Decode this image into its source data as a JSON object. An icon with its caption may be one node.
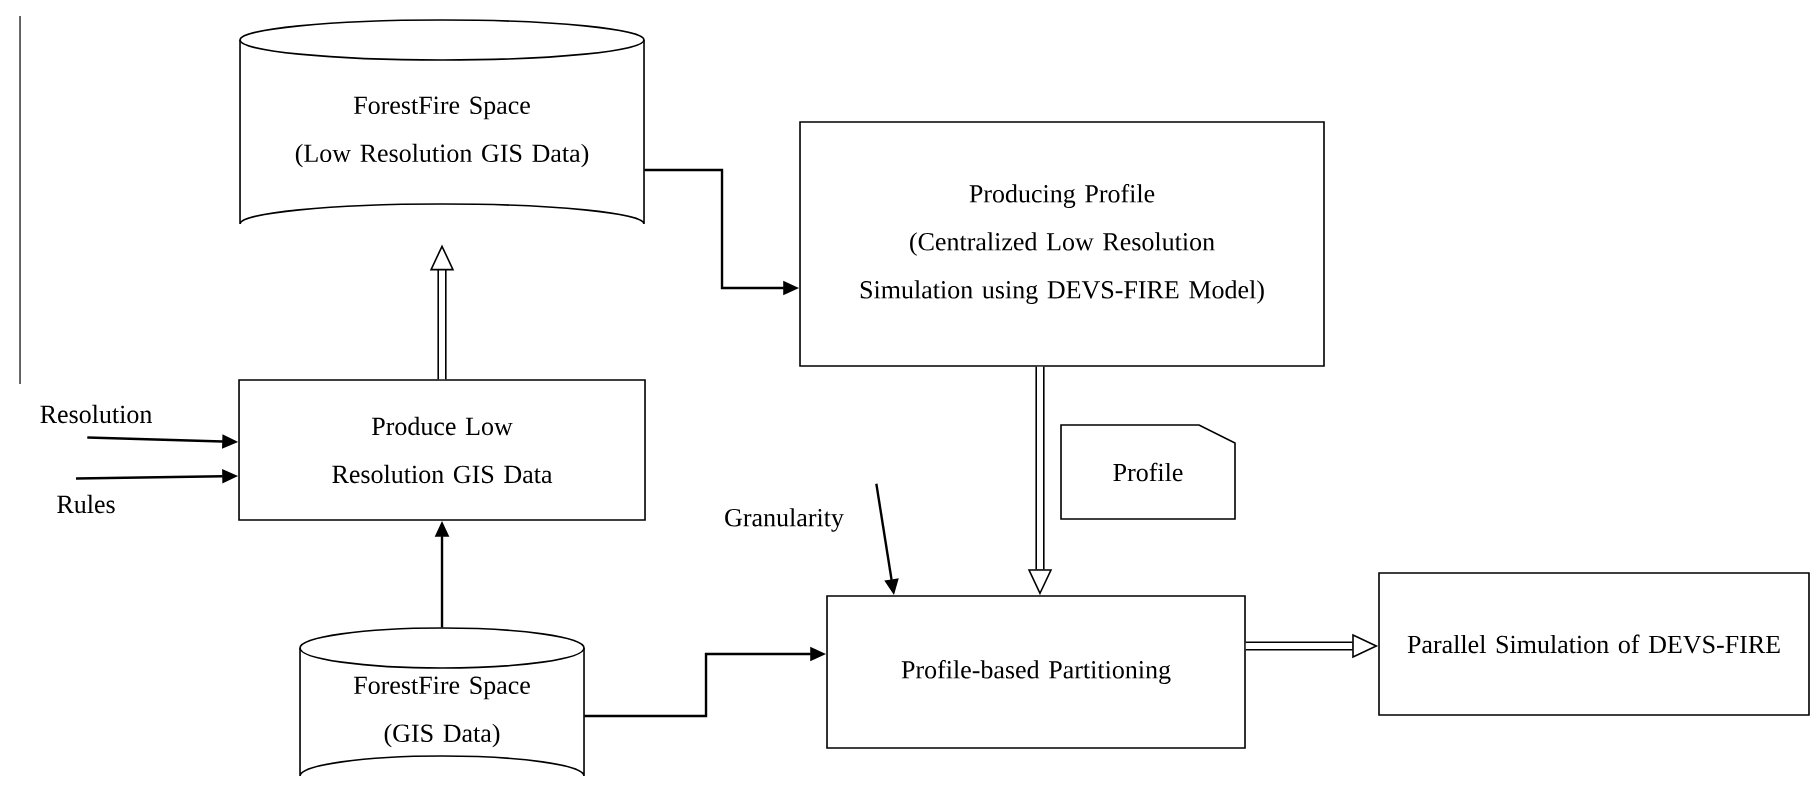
{
  "diagram": {
    "nodes": [
      {
        "text": [
          "ForestFire Space",
          "(Low Resolution GIS Data)"
        ]
      },
      {
        "text": [
          "Producing Profile",
          "(Centralized Low Resolution Simulation using DEVS-FIRE Model)"
        ]
      },
      {
        "text": [
          "Produce Low Resolution GIS Data"
        ]
      },
      {
        "text": [
          "Resolution"
        ]
      },
      {
        "text": [
          "Rules"
        ]
      },
      {
        "text": [
          "Granularity"
        ]
      },
      {
        "text": [
          "Profile"
        ]
      },
      {
        "text": [
          "Profile-based Partitioning"
        ]
      },
      {
        "text": [
          "ForestFire Space",
          "(GIS Data)"
        ]
      },
      {
        "text": [
          "Parallel Simulation of DEVS-FIRE"
        ]
      }
    ],
    "edges": [
      {
        "from": 2,
        "to": 0,
        "arrow": "to",
        "style": "thick"
      },
      {
        "from": 0,
        "to": 1,
        "arrow": "to"
      },
      {
        "from": 3,
        "to": 2,
        "arrow": "to"
      },
      {
        "from": 4,
        "to": 2,
        "arrow": "to"
      },
      {
        "from": 8,
        "to": 2,
        "arrow": "to"
      },
      {
        "from": 5,
        "to": 7,
        "arrow": "to"
      },
      {
        "from": 1,
        "to": 7,
        "arrow": "to",
        "style": "thick"
      },
      {
        "from": 8,
        "to": 7,
        "arrow": "to"
      },
      {
        "from": 7,
        "to": 9,
        "arrow": "to",
        "style": "thick"
      }
    ]
  }
}
